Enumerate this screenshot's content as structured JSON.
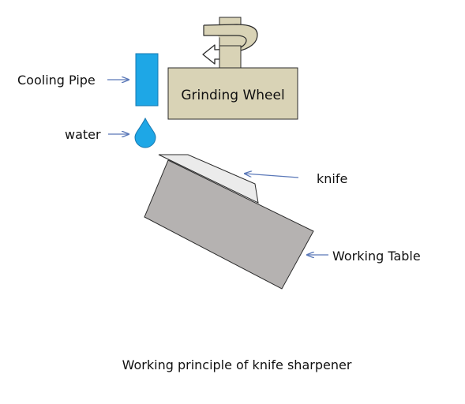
{
  "labels": {
    "cooling_pipe": "Cooling Pipe",
    "water": "water",
    "grinding_wheel": "Grinding Wheel",
    "knife": "knife",
    "working_table": "Working Table"
  },
  "caption": "Working principle of knife sharpener",
  "colors": {
    "cooling_pipe": "#1ea7e6",
    "water": "#1ea7e6",
    "grinding_wheel": "#d9d3b6",
    "working_table": "#b5b2b1",
    "knife": "#ebebeb",
    "pointer_arrow": "#5a78b8",
    "outline": "#2b2b2b"
  },
  "icons": {
    "rotation": "curved-rotation-arrow-icon"
  }
}
